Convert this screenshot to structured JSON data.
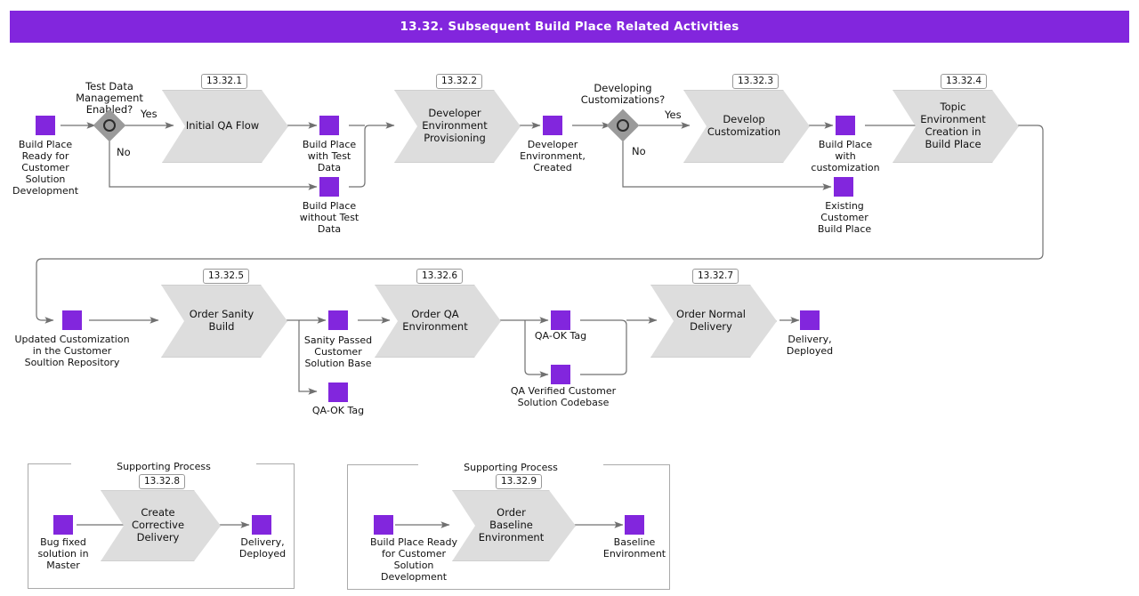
{
  "header": {
    "title": "13.32. Subsequent Build Place Related Activities",
    "accent_color": "#8226dd"
  },
  "palette": {
    "artifact_purple": "#8226dd",
    "task_gray": "#dddddd",
    "gateway_gray": "#9a9a9a",
    "connector_gray": "#707070"
  },
  "row1": {
    "artifacts": {
      "start": "Build Place\nReady for\nCustomer\nSolution\nDevelopment",
      "bp_with_test_data": "Build Place\nwith Test\nData",
      "bp_without_test_data": "Build Place\nwithout Test\nData",
      "dev_env_created": "Developer\nEnvironment,\nCreated",
      "bp_with_customization": "Build Place\nwith\ncustomization",
      "existing_customer_bp": "Existing\nCustomer\nBuild Place"
    },
    "gateways": {
      "tdm": {
        "question": "Test Data\nManagement\nEnabled?",
        "yes": "Yes",
        "no": "No"
      },
      "customizations": {
        "question": "Developing\nCustomizations?",
        "yes": "Yes",
        "no": "No"
      }
    },
    "tasks": [
      {
        "id": "13.32.1",
        "label": "Initial QA Flow"
      },
      {
        "id": "13.32.2",
        "label": "Developer\nEnvironment\nProvisioning"
      },
      {
        "id": "13.32.3",
        "label": "Develop\nCustomization"
      },
      {
        "id": "13.32.4",
        "label": "Topic\nEnvironment\nCreation in\nBuild Place"
      }
    ]
  },
  "row2": {
    "artifacts": {
      "updated_customization": "Updated Customization\nin the Customer\nSoultion Repository",
      "sanity_passed": "Sanity Passed\nCustomer\nSolution Base",
      "qa_ok_tag_1": "QA-OK Tag",
      "qa_ok_tag_2": "QA-OK Tag",
      "qa_verified": "QA Verified Customer\nSolution Codebase",
      "delivery_deployed": "Delivery,\nDeployed"
    },
    "tasks": [
      {
        "id": "13.32.5",
        "label": "Order Sanity\nBuild"
      },
      {
        "id": "13.32.6",
        "label": "Order QA\nEnvironment"
      },
      {
        "id": "13.32.7",
        "label": "Order Normal\nDelivery"
      }
    ]
  },
  "supporting": [
    {
      "group_title": "Supporting Process",
      "id": "13.32.8",
      "task_label": "Create\nCorrective\nDelivery",
      "input_label": "Bug fixed\nsolution in\nMaster",
      "output_label": "Delivery,\nDeployed"
    },
    {
      "group_title": "Supporting Process",
      "id": "13.32.9",
      "task_label": "Order Baseline\nEnvironment",
      "input_label": "Build Place Ready\nfor Customer\nSolution\nDevelopment",
      "output_label": "Baseline\nEnvironment"
    }
  ]
}
